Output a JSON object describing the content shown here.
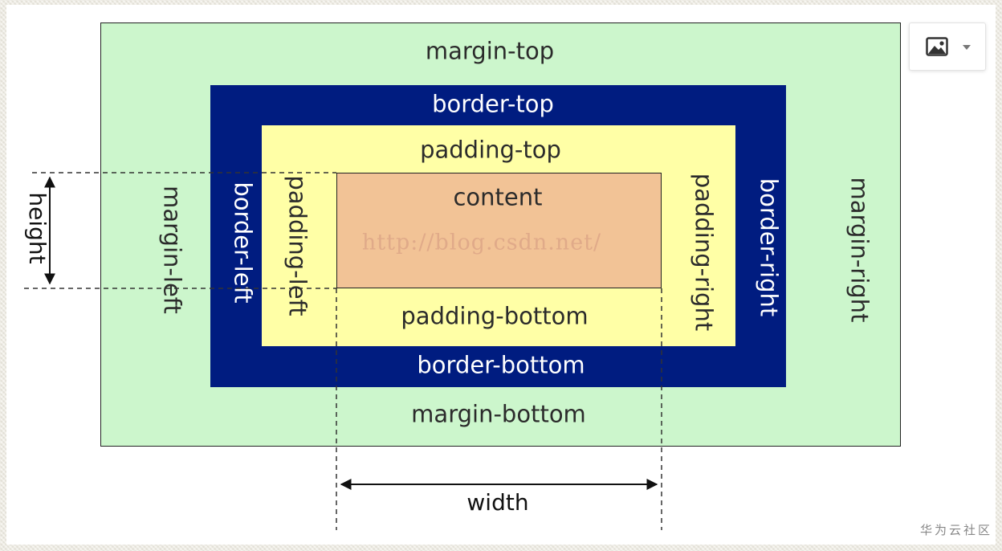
{
  "diagram": {
    "margin_top": "margin-top",
    "margin_bottom": "margin-bottom",
    "margin_left": "margin-left",
    "margin_right": "margin-right",
    "border_top": "border-top",
    "border_bottom": "border-bottom",
    "border_left": "border-left",
    "border_right": "border-right",
    "padding_top": "padding-top",
    "padding_bottom": "padding-bottom",
    "padding_left": "padding-left",
    "padding_right": "padding-right",
    "content": "content",
    "height": "height",
    "width": "width",
    "watermark": "http://blog.csdn.net/"
  },
  "colors": {
    "margin": "#ccf6cc",
    "border": "#001c80",
    "padding": "#ffffa6",
    "content": "#f2c396"
  },
  "toolbar": {
    "image_icon": "image-icon",
    "dropdown_icon": "caret-down-icon"
  },
  "brand": "华为云社区"
}
